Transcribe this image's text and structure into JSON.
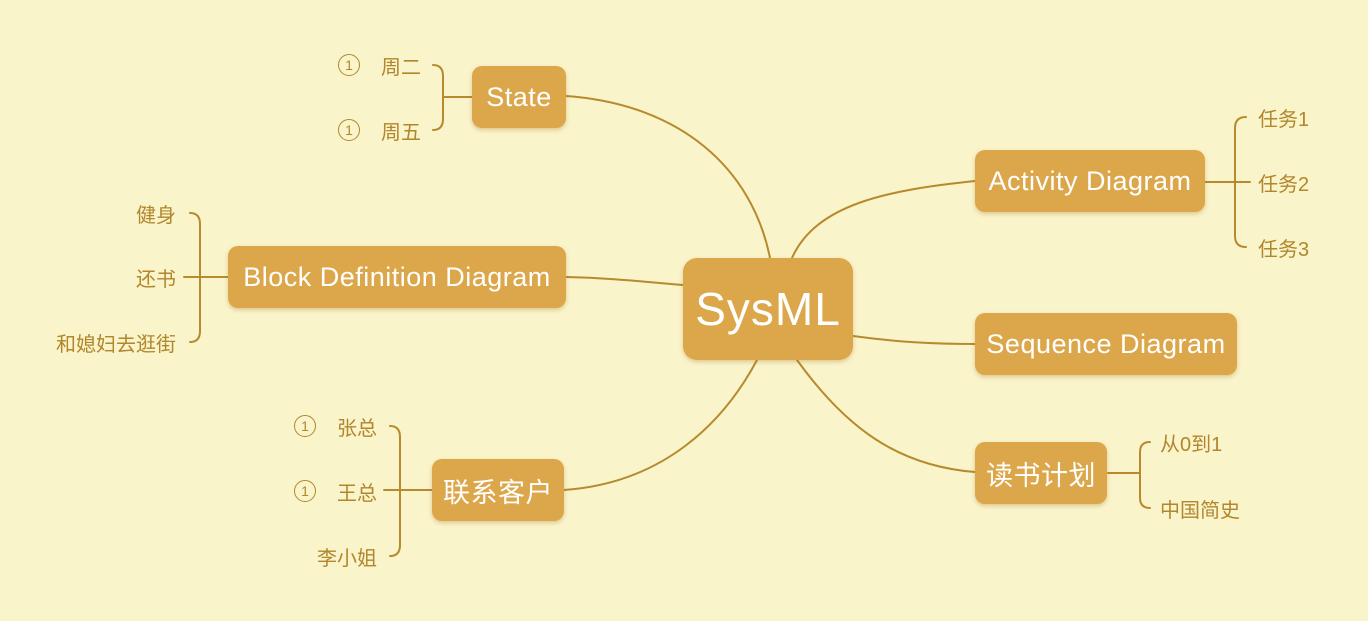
{
  "colors": {
    "background": "#FAF4CB",
    "node_fill": "#DCA74A",
    "node_text": "#FFFFFF",
    "connector_line": "#B68A2D",
    "child_label": "#B1862C"
  },
  "mindmap": {
    "root": {
      "label": "SysML"
    },
    "branches": [
      {
        "label": "State",
        "side": "left",
        "children": [
          {
            "label": "周二",
            "badge": "1"
          },
          {
            "label": "周五",
            "badge": "1"
          }
        ]
      },
      {
        "label": "Block Definition Diagram",
        "side": "left",
        "children": [
          {
            "label": "健身"
          },
          {
            "label": "还书"
          },
          {
            "label": "和媳妇去逛街"
          }
        ]
      },
      {
        "label": "联系客户",
        "side": "left",
        "children": [
          {
            "label": "张总",
            "badge": "1"
          },
          {
            "label": "王总",
            "badge": "1"
          },
          {
            "label": "李小姐"
          }
        ]
      },
      {
        "label": "Activity Diagram",
        "side": "right",
        "children": [
          {
            "label": "任务1"
          },
          {
            "label": "任务2"
          },
          {
            "label": "任务3"
          }
        ]
      },
      {
        "label": "Sequence Diagram",
        "side": "right",
        "children": []
      },
      {
        "label": "读书计划",
        "side": "right",
        "children": [
          {
            "label": "从0到1"
          },
          {
            "label": "中国简史"
          }
        ]
      }
    ]
  }
}
